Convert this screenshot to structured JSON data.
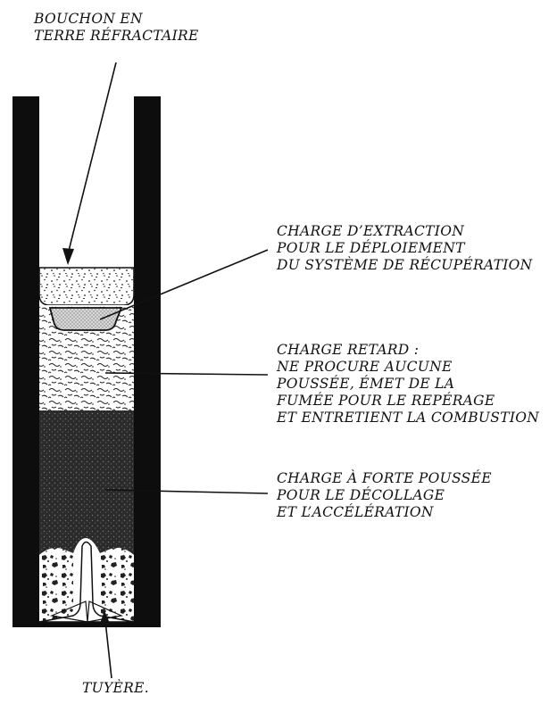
{
  "labels": {
    "bouchon": [
      "BOUCHON EN",
      "TERRE RÉFRACTAIRE"
    ],
    "extraction": [
      "CHARGE D’EXTRACTION",
      "POUR LE DÉPLOIEMENT",
      "DU SYSTÈME DE RÉCUPÉRATION"
    ],
    "retard": [
      "CHARGE RETARD :",
      "NE PROCURE AUCUNE",
      "POUSSÉE, ÉMET DE LA",
      "FUMÉE POUR LE REPÉRAGE",
      "ET ENTRETIENT LA COMBUSTION"
    ],
    "poussee": [
      "CHARGE À FORTE POUSSÉE",
      "POUR LE DÉCOLLAGE",
      "ET L’ACCÉLÉRATION"
    ],
    "tuyere": [
      "TUYÈRE."
    ]
  }
}
